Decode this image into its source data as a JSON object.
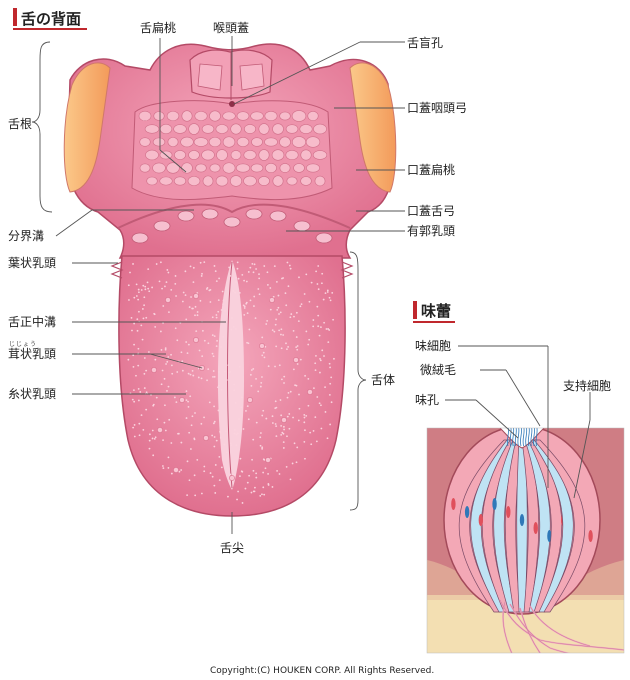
{
  "main": {
    "title": "舌の背面",
    "labels": {
      "zetsu_hento": "舌扁桃",
      "koutougai": "喉頭蓋",
      "zetsumoukou": "舌盲孔",
      "kougai_intoukyu": "口蓋咽頭弓",
      "zetsukon": "舌根",
      "kougai_hento": "口蓋扁桃",
      "kougai_zetsukyu": "口蓋舌弓",
      "bunkaikou": "分界溝",
      "yuukaku_nyuutou": "有郭乳頭",
      "youjou_nyuutou": "葉状乳頭",
      "zetsusei_chuukou": "舌正中溝",
      "jijou_ruby": "じじょう",
      "jijou_nyuutou": "茸状乳頭",
      "shijou_nyuutou": "糸状乳頭",
      "zettai": "舌体",
      "zessen": "舌尖"
    }
  },
  "inset": {
    "title": "味蕾",
    "labels": {
      "mi_saibou": "味細胞",
      "bijuumou": "微絨毛",
      "miko": "味孔",
      "shiji_saibou": "支持細胞"
    }
  },
  "footer": {
    "copyright": "Copyright:(C) HOUKEN CORP. All Rights Reserved."
  },
  "colors": {
    "tongue": "#ec8aa6",
    "tongue_dark": "#d9657f",
    "papilla": "#f6bfcf",
    "tonsil_side": "#f8b06f",
    "accent_red": "#c0282d",
    "cell_blue": "#bfe3f4",
    "cell_pink": "#f3a8b6",
    "tissue": "#cf7d84",
    "base_beige": "#f3dfb2"
  }
}
